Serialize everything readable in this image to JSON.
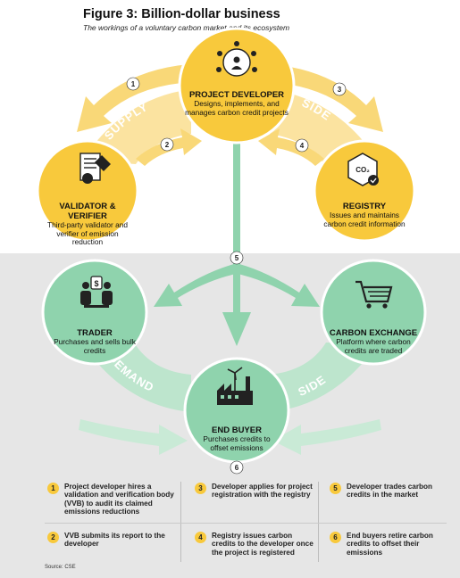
{
  "title": "Figure 3: Billion-dollar business",
  "subtitle": "The workings of a voluntary carbon market and its ecosystem",
  "colors": {
    "yellow": "#f8c93c",
    "yellow_arrow": "#f9d878",
    "green": "#8fd3ad",
    "green_arrow": "#bde5cd",
    "green_dark": "#6cc296"
  },
  "band_labels": {
    "supply": "SUPPLY",
    "side_top": "SIDE",
    "demand": "DEMAND",
    "side_bottom": "SIDE"
  },
  "step_markers": [
    "1",
    "2",
    "3",
    "4",
    "5",
    "6"
  ],
  "nodes": {
    "project_developer": {
      "title": "PROJECT DEVELOPER",
      "desc": "Designs, implements, and manages carbon credit projects",
      "icon": "team-gear-icon"
    },
    "validator": {
      "title": "VALIDATOR & VERIFIER",
      "desc": "Third-party validator and verifier of emission reduction",
      "icon": "certificate-pen-icon"
    },
    "registry": {
      "title": "REGISTRY",
      "desc": "Issues and maintains carbon credit information",
      "icon": "co2-badge-icon"
    },
    "trader": {
      "title": "TRADER",
      "desc": "Purchases and sells bulk credits",
      "icon": "traders-money-icon"
    },
    "exchange": {
      "title": "CARBON EXCHANGE",
      "desc": "Platform where carbon credits are traded",
      "icon": "shopping-cart-icon"
    },
    "end_buyer": {
      "title": "END BUYER",
      "desc": "Purchases credits to offset emissions",
      "icon": "factory-wind-icon"
    }
  },
  "legend": [
    {
      "num": "1",
      "text": "Project developer hires a validation and verification body (VVB) to audit its claimed emissions reductions"
    },
    {
      "num": "2",
      "text": "VVB submits its report to the developer"
    },
    {
      "num": "3",
      "text": "Developer applies for project registration with the registry"
    },
    {
      "num": "4",
      "text": "Registry issues carbon credits to the developer once the project is registered"
    },
    {
      "num": "5",
      "text": "Developer trades carbon credits in the market"
    },
    {
      "num": "6",
      "text": "End buyers retire carbon credits to offset their emissions"
    }
  ],
  "source": "Source: CSE"
}
